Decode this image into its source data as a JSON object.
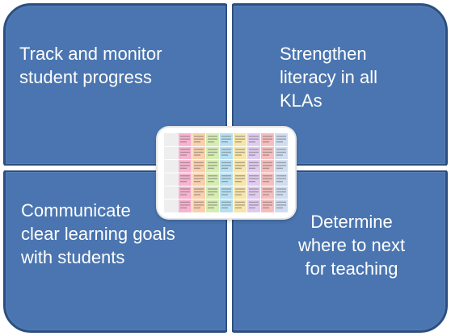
{
  "quadrants": {
    "top_left": {
      "lines": [
        "Track and monitor",
        "student progress"
      ]
    },
    "top_right": {
      "lines": [
        "Strengthen",
        "literacy in all",
        "KLAs"
      ]
    },
    "bottom_left": {
      "lines": [
        "Communicate",
        "clear learning goals",
        "with students"
      ]
    },
    "bottom_right": {
      "lines": [
        "Determine",
        "where to next",
        "for teaching"
      ]
    }
  },
  "thumbnail": {
    "icon": "rubric-table-thumbnail",
    "column_colors": [
      "#f7a6c8",
      "#f8c7a0",
      "#cfe9a3",
      "#a9d9f0",
      "#f6e19a",
      "#d9c2ec",
      "#f4b2b2",
      "#c8d7ee"
    ]
  },
  "colors": {
    "quadrant_fill": "#4a75b0",
    "quadrant_border": "#2b4f80",
    "text": "#ffffff"
  }
}
